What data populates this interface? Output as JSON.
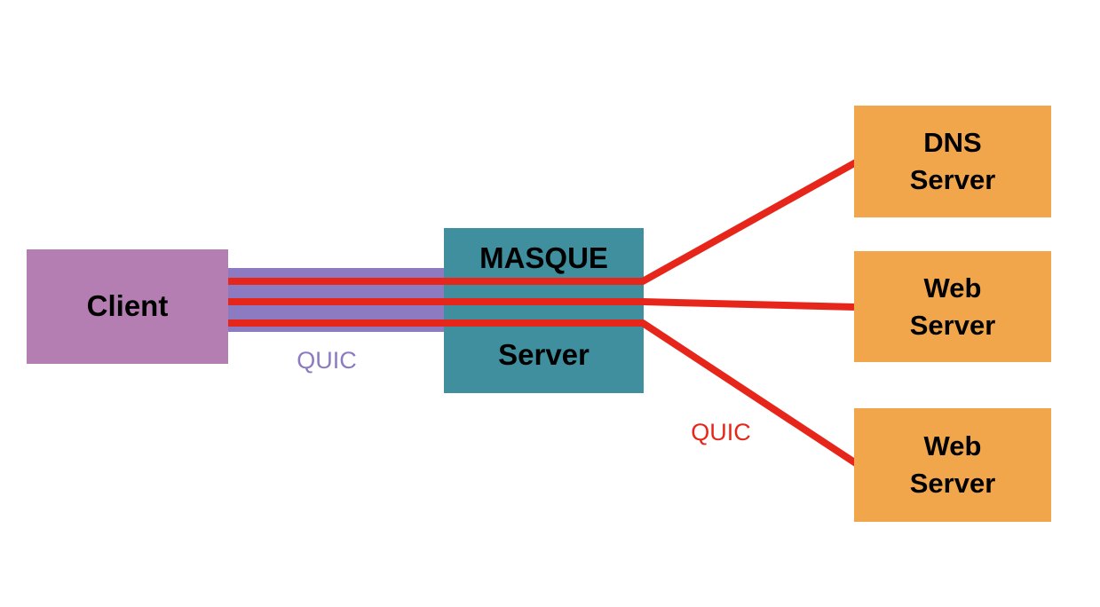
{
  "colors": {
    "client_fill": "#b57eb3",
    "masque_fill": "#3f8f9f",
    "server_fill": "#f2a64c",
    "quic_tunnel": "#8d7bc1",
    "quic_stream": "#e7261b",
    "text": "#000000"
  },
  "nodes": {
    "client": {
      "label": "Client"
    },
    "masque_server": {
      "line1": "MASQUE",
      "line2": "Server"
    },
    "dns_server": {
      "line1": "DNS",
      "line2": "Server"
    },
    "web_server_top": {
      "line1": "Web",
      "line2": "Server"
    },
    "web_server_bottom": {
      "line1": "Web",
      "line2": "Server"
    }
  },
  "connections": {
    "client_tunnel_label": "QUIC",
    "proxied_label": "QUIC"
  }
}
